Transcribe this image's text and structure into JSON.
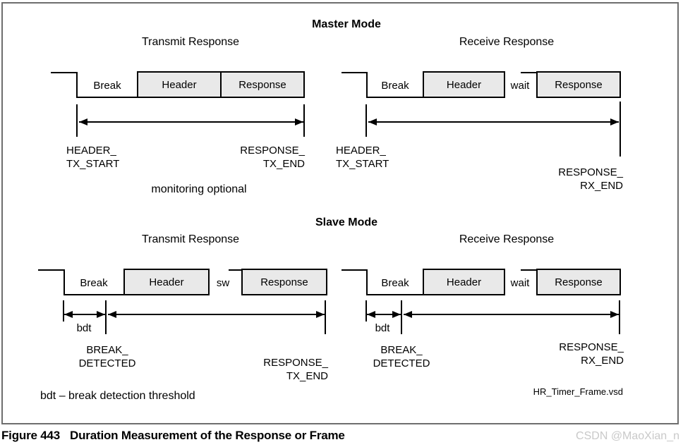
{
  "master": {
    "mode_title": "Master Mode",
    "transmit": {
      "title": "Transmit Response",
      "break_label": "Break",
      "header_label": "Header",
      "response_label": "Response",
      "start_line1": "HEADER_",
      "start_line2": "TX_START",
      "end_line1": "RESPONSE_",
      "end_line2": "TX_END",
      "note": "monitoring optional"
    },
    "receive": {
      "title": "Receive Response",
      "break_label": "Break",
      "header_label": "Header",
      "wait_label": "wait",
      "response_label": "Response",
      "start_line1": "HEADER_",
      "start_line2": "TX_START",
      "end_line1": "RESPONSE_",
      "end_line2": "RX_END"
    }
  },
  "slave": {
    "mode_title": "Slave Mode",
    "transmit": {
      "title": "Transmit Response",
      "break_label": "Break",
      "header_label": "Header",
      "sw_label": "sw",
      "response_label": "Response",
      "bdt_label": "bdt",
      "detected_line1": "BREAK_",
      "detected_line2": "DETECTED",
      "end_line1": "RESPONSE_",
      "end_line2": "TX_END"
    },
    "receive": {
      "title": "Receive Response",
      "break_label": "Break",
      "header_label": "Header",
      "wait_label": "wait",
      "response_label": "Response",
      "bdt_label": "bdt",
      "detected_line1": "BREAK_",
      "detected_line2": "DETECTED",
      "end_line1": "RESPONSE_",
      "end_line2": "RX_END"
    },
    "footnote": "bdt – break detection threshold",
    "source_file": "HR_Timer_Frame.vsd"
  },
  "caption": {
    "figure_number": "Figure 443",
    "figure_title": "Duration Measurement of the Response or Frame"
  },
  "watermark": "CSDN @MaoXian_n",
  "colors": {
    "box_fill": "#e9e9e9",
    "line": "#000000",
    "frame_border": "#6e6e6e",
    "watermark": "#c9c9c9"
  }
}
